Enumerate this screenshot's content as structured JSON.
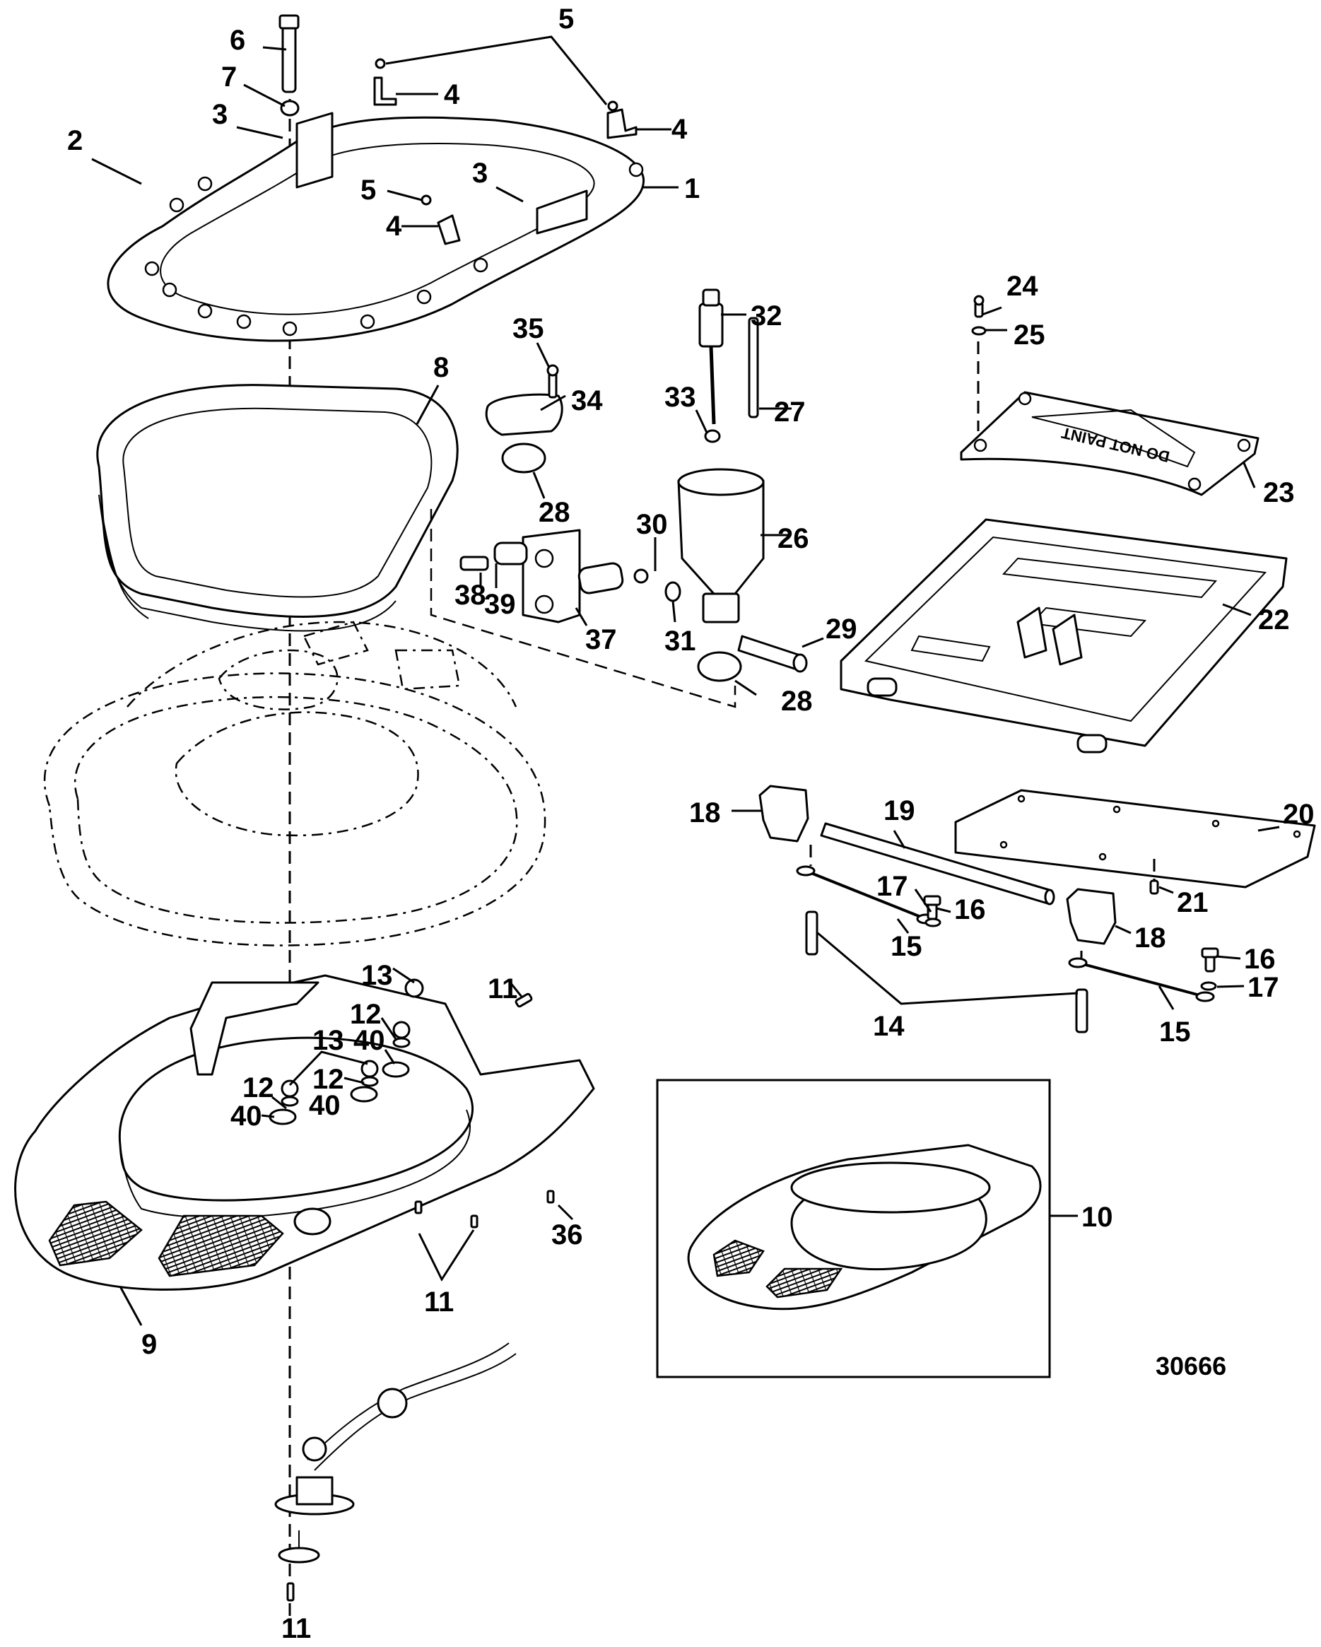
{
  "figure": {
    "number": "30666",
    "type": "exploded parts diagram"
  },
  "callouts": [
    {
      "id": "c1",
      "label": "1"
    },
    {
      "id": "c2",
      "label": "2"
    },
    {
      "id": "c3a",
      "label": "3"
    },
    {
      "id": "c3b",
      "label": "3"
    },
    {
      "id": "c4a",
      "label": "4"
    },
    {
      "id": "c4b",
      "label": "4"
    },
    {
      "id": "c4c",
      "label": "4"
    },
    {
      "id": "c5a",
      "label": "5"
    },
    {
      "id": "c5b",
      "label": "5"
    },
    {
      "id": "c6",
      "label": "6"
    },
    {
      "id": "c7",
      "label": "7"
    },
    {
      "id": "c8",
      "label": "8"
    },
    {
      "id": "c9",
      "label": "9"
    },
    {
      "id": "c10",
      "label": "10"
    },
    {
      "id": "c11a",
      "label": "11"
    },
    {
      "id": "c11b",
      "label": "11"
    },
    {
      "id": "c11c",
      "label": "11"
    },
    {
      "id": "c12a",
      "label": "12"
    },
    {
      "id": "c12b",
      "label": "12"
    },
    {
      "id": "c12c",
      "label": "12"
    },
    {
      "id": "c13a",
      "label": "13"
    },
    {
      "id": "c13b",
      "label": "13"
    },
    {
      "id": "c14",
      "label": "14"
    },
    {
      "id": "c15a",
      "label": "15"
    },
    {
      "id": "c15b",
      "label": "15"
    },
    {
      "id": "c16a",
      "label": "16"
    },
    {
      "id": "c16b",
      "label": "16"
    },
    {
      "id": "c17a",
      "label": "17"
    },
    {
      "id": "c17b",
      "label": "17"
    },
    {
      "id": "c18a",
      "label": "18"
    },
    {
      "id": "c18b",
      "label": "18"
    },
    {
      "id": "c19",
      "label": "19"
    },
    {
      "id": "c20",
      "label": "20"
    },
    {
      "id": "c21",
      "label": "21"
    },
    {
      "id": "c22",
      "label": "22"
    },
    {
      "id": "c23",
      "label": "23"
    },
    {
      "id": "c24",
      "label": "24"
    },
    {
      "id": "c25",
      "label": "25"
    },
    {
      "id": "c26",
      "label": "26"
    },
    {
      "id": "c27",
      "label": "27"
    },
    {
      "id": "c28a",
      "label": "28"
    },
    {
      "id": "c28b",
      "label": "28"
    },
    {
      "id": "c29",
      "label": "29"
    },
    {
      "id": "c30",
      "label": "30"
    },
    {
      "id": "c31",
      "label": "31"
    },
    {
      "id": "c32",
      "label": "32"
    },
    {
      "id": "c33",
      "label": "33"
    },
    {
      "id": "c34",
      "label": "34"
    },
    {
      "id": "c35",
      "label": "35"
    },
    {
      "id": "c36",
      "label": "36"
    },
    {
      "id": "c37",
      "label": "37"
    },
    {
      "id": "c38",
      "label": "38"
    },
    {
      "id": "c39",
      "label": "39"
    },
    {
      "id": "c40a",
      "label": "40"
    },
    {
      "id": "c40b",
      "label": "40"
    },
    {
      "id": "c40c",
      "label": "40"
    }
  ],
  "plate_marking": "DO NOT PAINT"
}
